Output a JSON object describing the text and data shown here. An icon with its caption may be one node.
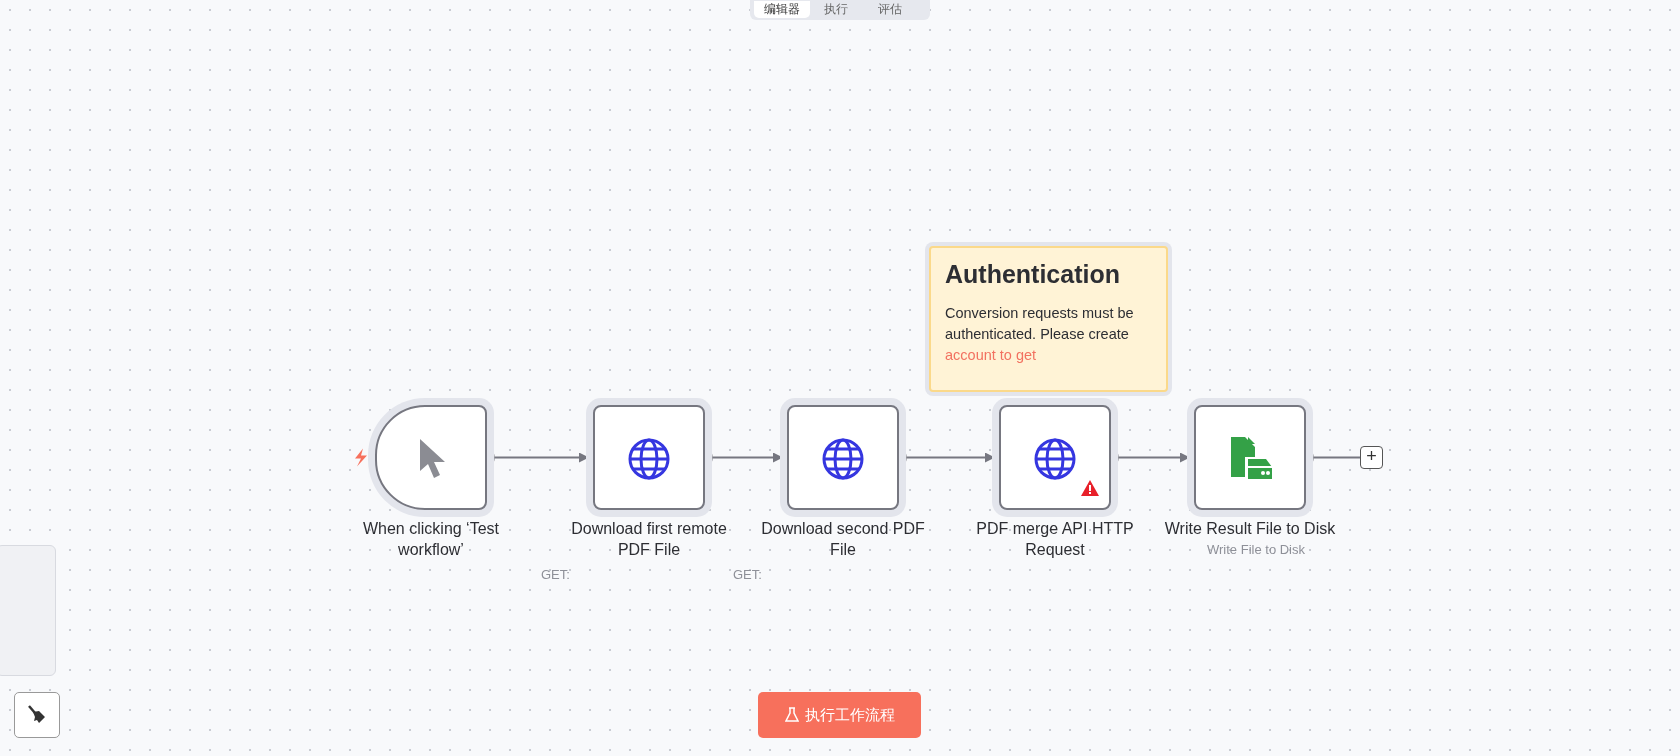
{
  "diagram": {
    "nodes": [
      {
        "text": [
          "Authentication",
          "Conversion requests must be authenticated. Please create",
          "account to get"
        ]
      },
      {
        "text": [
          "When clicking ‘Test workflow’"
        ]
      },
      {
        "text": [
          "Download first remote PDF File"
        ]
      },
      {
        "text": [
          "Download second PDF File"
        ]
      },
      {
        "text": [
          "PDF merge API HTTP Request"
        ]
      },
      {
        "text": [
          "Write Result File to Disk"
        ]
      },
      {
        "text": [
          "+"
        ]
      }
    ],
    "edges": [
      {
        "from": 1,
        "to": 2,
        "arrow": "to"
      },
      {
        "from": 2,
        "to": 3,
        "arrow": "to"
      },
      {
        "from": 3,
        "to": 4,
        "arrow": "to"
      },
      {
        "from": 4,
        "to": 5,
        "arrow": "to"
      },
      {
        "from": 5,
        "to": 6,
        "arrow": "none"
      }
    ],
    "labels": [
      "编辑器",
      "执行",
      "评估",
      "GET:",
      "GET:",
      "Write File to Disk",
      "执行工作流程"
    ]
  }
}
